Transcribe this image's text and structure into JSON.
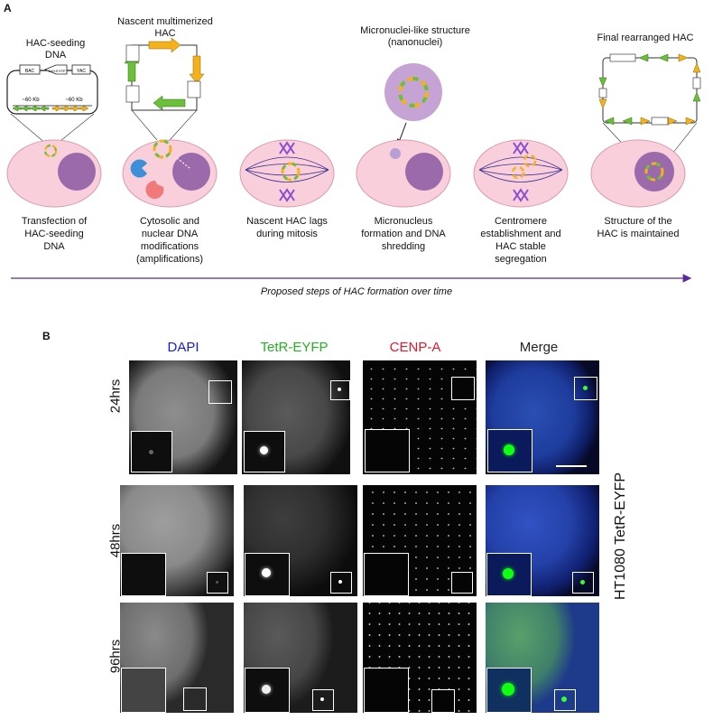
{
  "panelA": {
    "letter": "A",
    "steps": [
      {
        "title": "HAC-seeding\nDNA",
        "caption": "Transfection of\nHAC-seeding\nDNA"
      },
      {
        "title": "Nascent multimerized\nHAC",
        "caption": "Cytosolic and\nnuclear DNA\nmodifications\n(amplifications)"
      },
      {
        "title": "",
        "caption": "Nascent HAC lags\nduring mitosis"
      },
      {
        "title": "Micronuclei-like structure\n(nanonuclei)",
        "caption": "Micronucleus\nformation and DNA\nshredding"
      },
      {
        "title": "",
        "caption": "Centromere\nestablishment and\nHAC stable\nsegregation"
      },
      {
        "title": "Final rearranged HAC",
        "caption": "Structure of the\nHAC is maintained"
      }
    ],
    "plasmid_labels": {
      "bac": "BAC",
      "tetop": "tetO:EYFP",
      "yac": "YAC",
      "kb_left": "~60 Kb",
      "kb_right": "~60 Kb"
    },
    "timeline": "Proposed steps of HAC formation over time",
    "colors": {
      "cell": "#f9cfdc",
      "nucleus": "#9b6aab",
      "green": "#6cbf3a",
      "orange": "#f3b21c",
      "arrow": "#5a2a9e",
      "spindle": "#3a2f8f",
      "chromosome": "#8a4fd0"
    }
  },
  "panelB": {
    "letter": "B",
    "columns": [
      {
        "label": "DAPI",
        "color": "#1a1adf"
      },
      {
        "label": "TetR-EYFP",
        "color": "#22b322"
      },
      {
        "label": "CENP-A",
        "color": "#e0192a"
      },
      {
        "label": "Merge",
        "color": "#222222"
      }
    ],
    "rows": [
      "24hrs",
      "48hrs",
      "96hrs"
    ],
    "side_label": "HT1080 TetR-EYFP"
  }
}
